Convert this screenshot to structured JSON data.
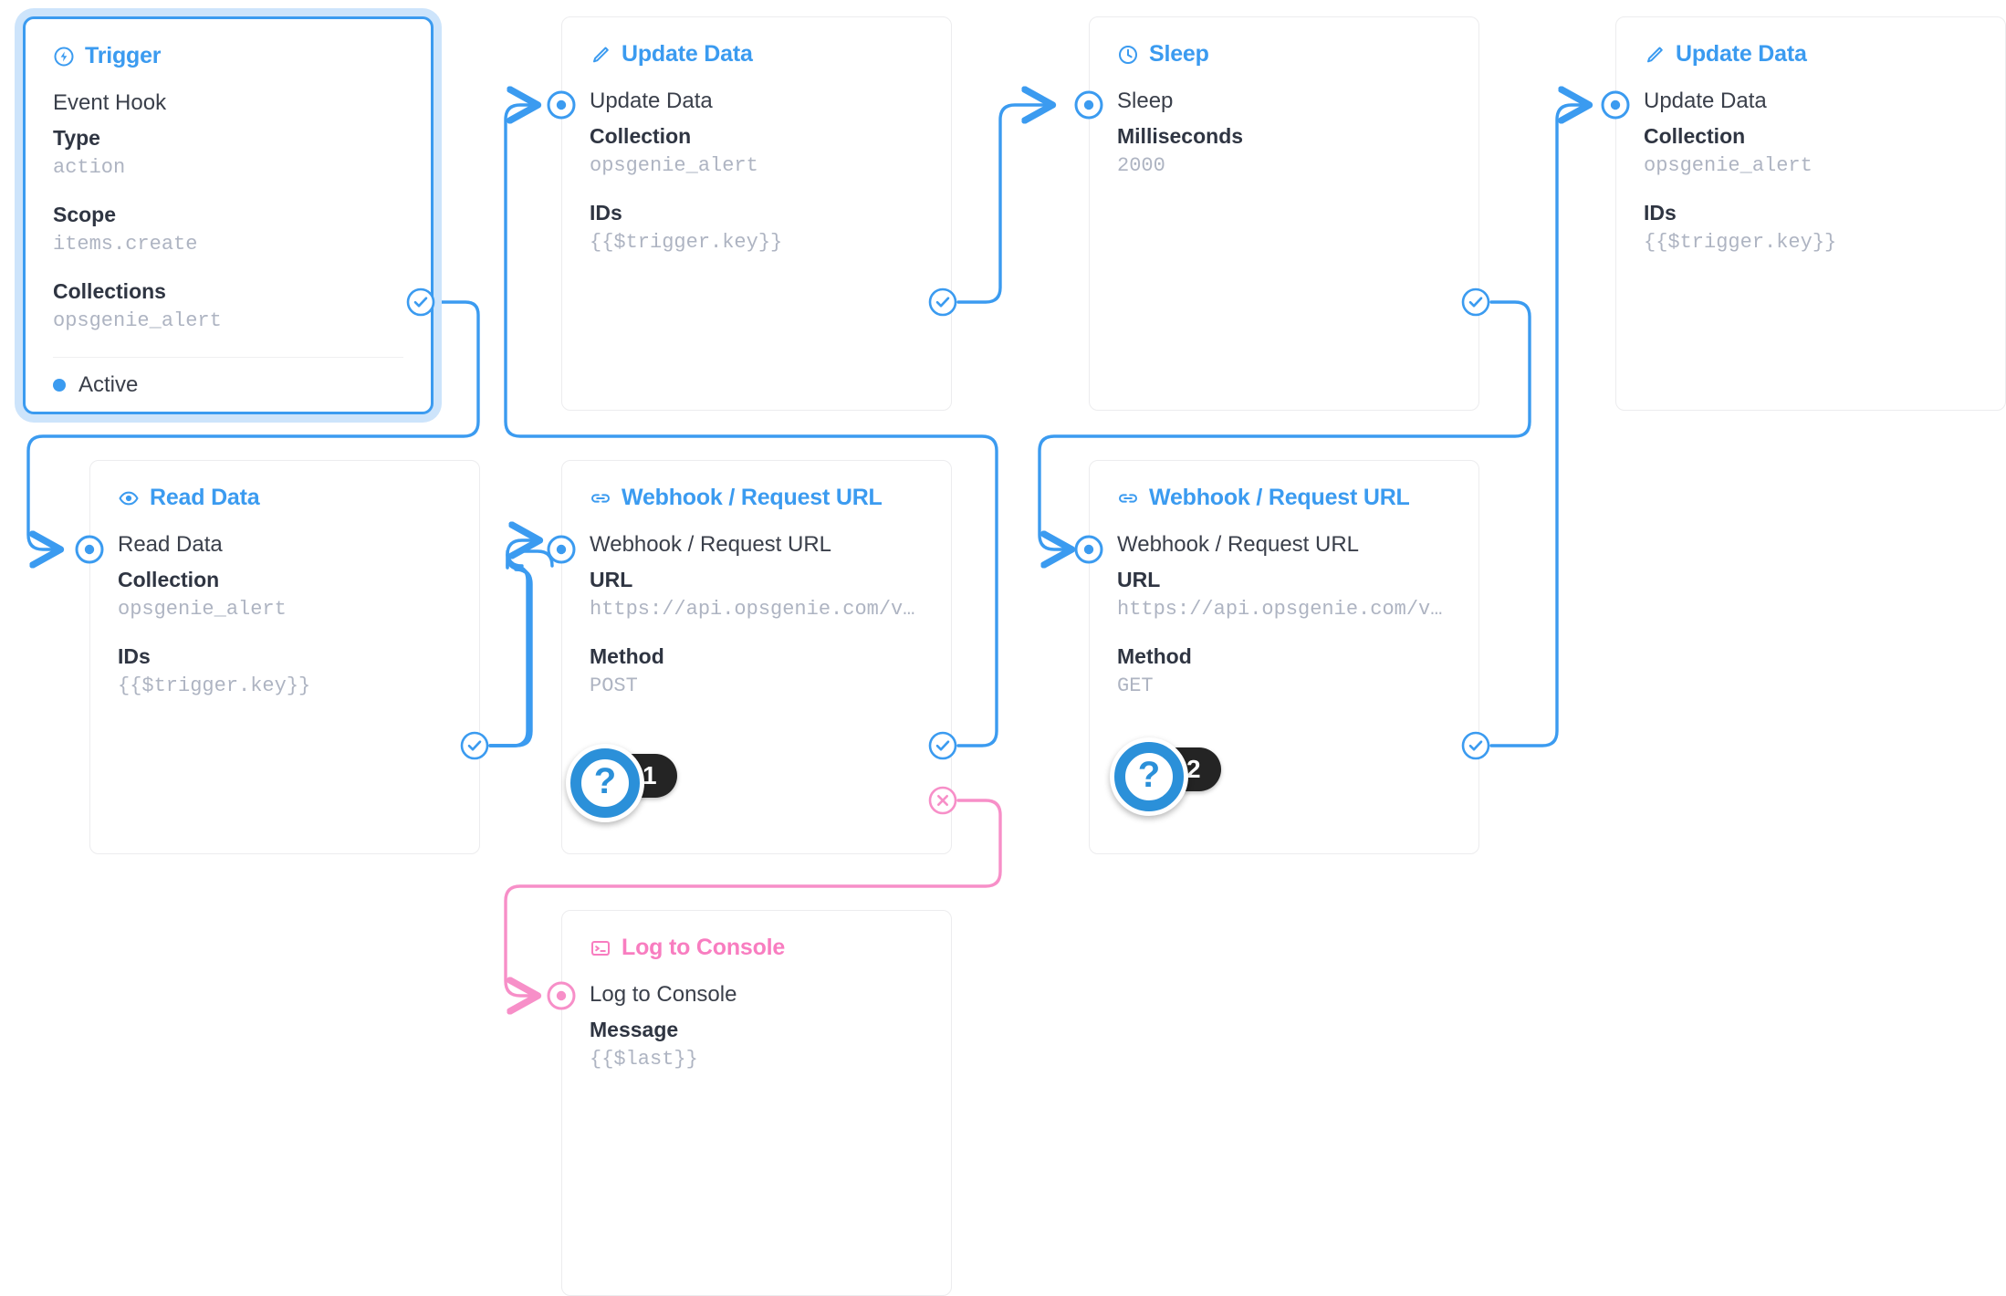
{
  "theme": {
    "accent_blue": "#3b9bf0",
    "wire_blue": "#3b9bf0",
    "reject_pink": "#f78fc8",
    "title_pink": "#f87dc0",
    "badge_dark": "#242424",
    "value_gray": "#aeb4c2"
  },
  "nodes": {
    "trigger": {
      "title": "Trigger",
      "icon": "bolt-circle-icon",
      "row_name": "Event Hook",
      "fields": [
        {
          "label": "Type",
          "value": "action"
        },
        {
          "label": "Scope",
          "value": "items.create"
        },
        {
          "label": "Collections",
          "value": "opsgenie_alert"
        }
      ],
      "status": "Active"
    },
    "update_data_1": {
      "title": "Update Data",
      "icon": "pencil-icon",
      "row_name": "Update Data",
      "fields": [
        {
          "label": "Collection",
          "value": "opsgenie_alert"
        },
        {
          "label": "IDs",
          "value": "{{$trigger.key}}"
        }
      ]
    },
    "sleep": {
      "title": "Sleep",
      "icon": "clock-icon",
      "row_name": "Sleep",
      "fields": [
        {
          "label": "Milliseconds",
          "value": "2000"
        }
      ]
    },
    "update_data_2": {
      "title": "Update Data",
      "icon": "pencil-icon",
      "row_name": "Update Data",
      "fields": [
        {
          "label": "Collection",
          "value": "opsgenie_alert"
        },
        {
          "label": "IDs",
          "value": "{{$trigger.key}}"
        }
      ]
    },
    "read_data": {
      "title": "Read Data",
      "icon": "eye-icon",
      "row_name": "Read Data",
      "fields": [
        {
          "label": "Collection",
          "value": "opsgenie_alert"
        },
        {
          "label": "IDs",
          "value": "{{$trigger.key}}"
        }
      ]
    },
    "webhook_post": {
      "title": "Webhook / Request URL",
      "icon": "link-icon",
      "row_name": "Webhook / Request URL",
      "fields": [
        {
          "label": "URL",
          "value": "https://api.opsgenie.com/v…"
        },
        {
          "label": "Method",
          "value": "POST"
        }
      ]
    },
    "webhook_get": {
      "title": "Webhook / Request URL",
      "icon": "link-icon",
      "row_name": "Webhook / Request URL",
      "fields": [
        {
          "label": "URL",
          "value": "https://api.opsgenie.com/v…"
        },
        {
          "label": "Method",
          "value": "GET"
        }
      ]
    },
    "log_to_console": {
      "title": "Log to Console",
      "icon": "terminal-icon",
      "row_name": "Log to Console",
      "fields": [
        {
          "label": "Message",
          "value": "{{$last}}"
        }
      ]
    }
  },
  "help_badges": [
    {
      "symbol": "?",
      "count": "1"
    },
    {
      "symbol": "?",
      "count": "2"
    }
  ]
}
